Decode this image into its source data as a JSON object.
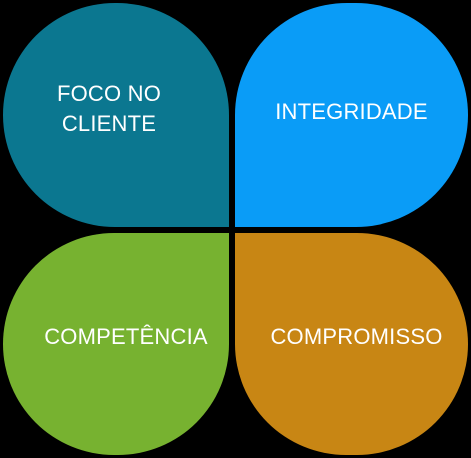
{
  "petals": {
    "top_left": {
      "label": "FOCO NO CLIENTE",
      "color": "#0B7790"
    },
    "top_right": {
      "label": "INTEGRIDADE",
      "color": "#0A9CF7"
    },
    "bottom_left": {
      "label": "COMPETÊNCIA",
      "color": "#77B230"
    },
    "bottom_right": {
      "label": "COMPROMISSO",
      "color": "#C88614"
    }
  },
  "background_color": "#000000"
}
